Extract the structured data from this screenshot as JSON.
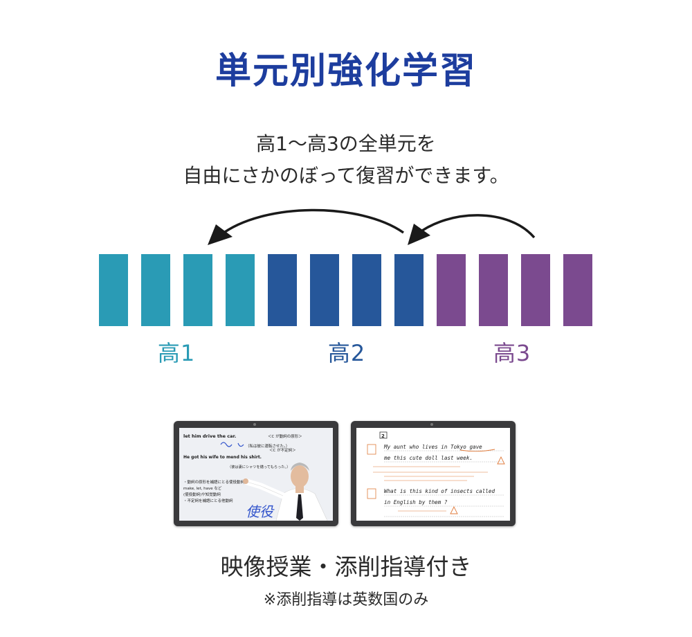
{
  "title": "単元別強化学習",
  "subtitle": {
    "line1": "高1〜高3の全単元を",
    "line2": "自由にさかのぼって復習ができます。"
  },
  "grades": [
    {
      "label": "高1",
      "color": "#2a9bb5"
    },
    {
      "label": "高2",
      "color": "#26579a"
    },
    {
      "label": "高3",
      "color": "#7b4a8f"
    }
  ],
  "arrow_color": "#1a1a1a",
  "tablet_left": {
    "line1": "let him drive the car.",
    "line2": "He got his wife to mend his shirt.",
    "tag1": "＜C が動詞の原形＞",
    "tag2": "＜C が不定詞＞",
    "trans1": "（私は彼に運転させた。）",
    "trans2": "（彼は妻にシャツを繕ってもらった。）",
    "bullet1": "・動詞の原形を補語にとる使役動詞",
    "bullet2": "make, let, have など",
    "bullet3": "(使役動詞)や知覚動詞",
    "bullet4": "・不定詞を補語にとる他動詞",
    "handwriting": "使役"
  },
  "tablet_right": {
    "sentence1a": "My aunt who lives in Tokyo gave",
    "sentence1b": "me this cute doll last week.",
    "sentence2a": "What is this kind of insects called",
    "sentence2b": "in English by them ?"
  },
  "caption": "映像授業・添削指導付き",
  "note": "※添削指導は英数国のみ"
}
